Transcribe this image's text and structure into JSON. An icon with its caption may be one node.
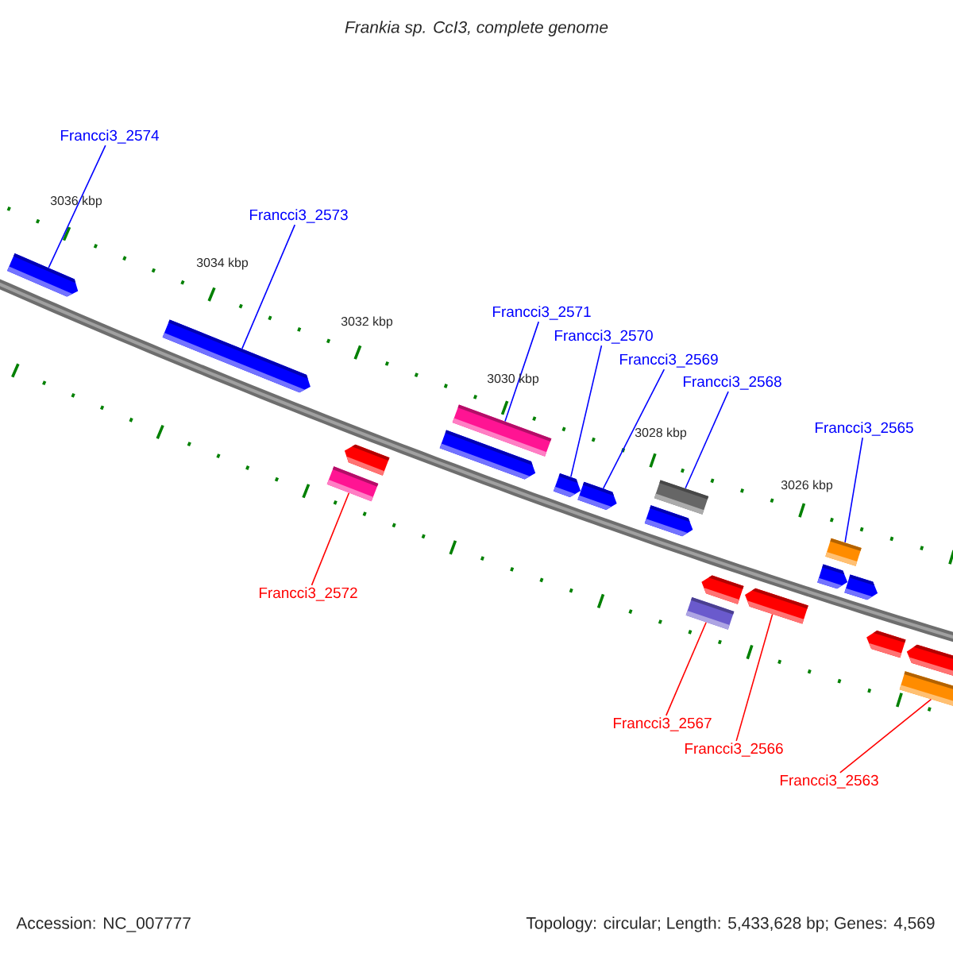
{
  "diagram": {
    "title": "Frankia sp. CcI3, complete genome",
    "nodes": [
      {
        "text": [
          "Francci3_2574"
        ]
      },
      {
        "text": [
          "Francci3_2573"
        ]
      },
      {
        "text": [
          "Francci3_2571"
        ]
      },
      {
        "text": [
          "Francci3_2570"
        ]
      },
      {
        "text": [
          "Francci3_2569"
        ]
      },
      {
        "text": [
          "Francci3_2568"
        ]
      },
      {
        "text": [
          "Francci3_2565"
        ]
      },
      {
        "text": [
          "Francci3_2572"
        ]
      },
      {
        "text": [
          "Francci3_2567"
        ]
      },
      {
        "text": [
          "Francci3_2566"
        ]
      },
      {
        "text": [
          "Francci3_2563"
        ]
      },
      {
        "text": [],
        "shape": "pentagon"
      },
      {
        "text": [],
        "shape": "pentagon"
      },
      {
        "text": [],
        "shape": "box"
      },
      {
        "text": [],
        "shape": "pentagon"
      },
      {
        "text": [],
        "shape": "pentagon"
      },
      {
        "text": [],
        "shape": "box"
      },
      {
        "text": [],
        "shape": "pentagon"
      },
      {
        "text": [],
        "shape": "pentagon"
      },
      {
        "text": [],
        "shape": "pentagon"
      },
      {
        "text": [],
        "shape": "box"
      },
      {
        "text": [],
        "shape": "box"
      },
      {
        "text": [],
        "shape": "pentagon"
      },
      {
        "text": [],
        "shape": "pentagon"
      },
      {
        "text": [],
        "shape": "pentagon"
      },
      {
        "text": [],
        "shape": "box"
      },
      {
        "text": [],
        "shape": "pentagon"
      },
      {
        "text": [],
        "shape": "pentagon"
      },
      {
        "text": [],
        "shape": "box"
      },
      {
        "text": [],
        "shape": "pentagon"
      }
    ],
    "edges": [
      {
        "from": 0,
        "to": 11,
        "arrow": "none"
      },
      {
        "from": 1,
        "to": 12,
        "arrow": "none"
      },
      {
        "from": 2,
        "to": 16,
        "arrow": "none"
      },
      {
        "from": 3,
        "to": 17,
        "arrow": "none"
      },
      {
        "from": 4,
        "to": 18,
        "arrow": "none"
      },
      {
        "from": 5,
        "to": 20,
        "arrow": "none"
      },
      {
        "from": 6,
        "to": 25,
        "arrow": "none"
      },
      {
        "from": 7,
        "to": 13,
        "arrow": "none",
        "color": "#ff0000"
      },
      {
        "from": 8,
        "to": 21,
        "arrow": "none",
        "color": "#ff0000"
      },
      {
        "from": 9,
        "to": 23,
        "arrow": "none",
        "color": "#ff0000"
      },
      {
        "from": 10,
        "to": 28,
        "arrow": "none",
        "color": "#ff0000"
      }
    ],
    "labels": [
      "3036 kbp",
      "3034 kbp",
      "3032 kbp",
      "3030 kbp",
      "3028 kbp",
      "3026 kbp",
      "Accession: NC_007777",
      "Topology: circular; Length: 5,433,628 bp; Genes: 4,569"
    ]
  }
}
